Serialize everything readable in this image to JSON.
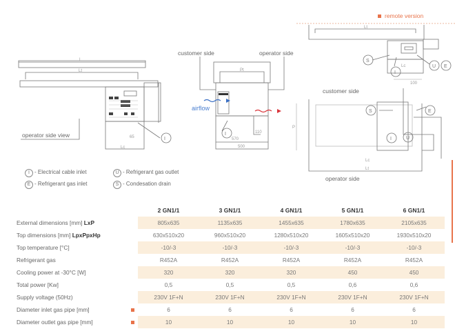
{
  "diagram": {
    "remote_version": "remote version",
    "customer_side": "customer side",
    "operator_side": "operator side",
    "operator_side_view": "operator side view",
    "airflow": "airflow",
    "customer_side_plan": "customer side",
    "operator_side_plan": "operator side",
    "dim_L": "L",
    "dim_Lt": "Lt",
    "dim_Ltop": "Lt",
    "dim_Lc": "Lc",
    "dim_Lc2": "Lc",
    "dim_Lt2": "Lt",
    "dim_P": "P",
    "dim_Pt": "Pt",
    "dim_570": "570",
    "dim_500": "500",
    "dim_65": "65",
    "dim_110": "110",
    "dim_100": "100",
    "dim_Lc3": "Lc",
    "markers": {
      "I": "I",
      "E": "E",
      "U": "U",
      "S": "S"
    }
  },
  "legend": [
    {
      "symbol": "I",
      "text": "- Electrical cable inlet"
    },
    {
      "symbol": "E",
      "text": "- Refrigerant gas inlet"
    },
    {
      "symbol": "U",
      "text": "- Refrigerant gas outlet"
    },
    {
      "symbol": "S",
      "text": "- Condesation drain"
    }
  ],
  "table": {
    "columns": [
      "2 GN1/1",
      "3 GN1/1",
      "4 GN1/1",
      "5 GN1/1",
      "6 GN1/1"
    ],
    "rows": [
      {
        "label": "External dimensions [mm] ",
        "bold": "LxP",
        "values": [
          "805x635",
          "1135x635",
          "1455x635",
          "1780x635",
          "2105x635"
        ]
      },
      {
        "label": "Top dimensions [mm] ",
        "bold": "LpxPpxHp",
        "values": [
          "630x510x20",
          "960x510x20",
          "1280x510x20",
          "1605x510x20",
          "1930x510x20"
        ]
      },
      {
        "label": "Top temperature [°C]",
        "values": [
          "-10/-3",
          "-10/-3",
          "-10/-3",
          "-10/-3",
          "-10/-3"
        ]
      },
      {
        "label": "Refrigerant gas",
        "values": [
          "R452A",
          "R452A",
          "R452A",
          "R452A",
          "R452A"
        ]
      },
      {
        "label": "Cooling power at -30°C [W]",
        "values": [
          "320",
          "320",
          "320",
          "450",
          "450"
        ]
      },
      {
        "label": "Total power [Kw]",
        "values": [
          "0,5",
          "0,5",
          "0,5",
          "0,6",
          "0,6"
        ]
      },
      {
        "label": "Supply voltage (50Hz)",
        "values": [
          "230V 1F+N",
          "230V 1F+N",
          "230V 1F+N",
          "230V 1F+N",
          "230V 1F+N"
        ]
      },
      {
        "label": "Diameter inlet gas pipe [mm]",
        "remote": true,
        "values": [
          "6",
          "6",
          "6",
          "6",
          "6"
        ]
      },
      {
        "label": "Diameter outlet gas pipe [mm]",
        "remote": true,
        "values": [
          "10",
          "10",
          "10",
          "10",
          "10"
        ]
      }
    ]
  },
  "colors": {
    "accent": "#e8734a",
    "row_shade": "#fbeedc",
    "airflow_in": "#3a6fc4",
    "airflow_out": "#d9343a"
  }
}
